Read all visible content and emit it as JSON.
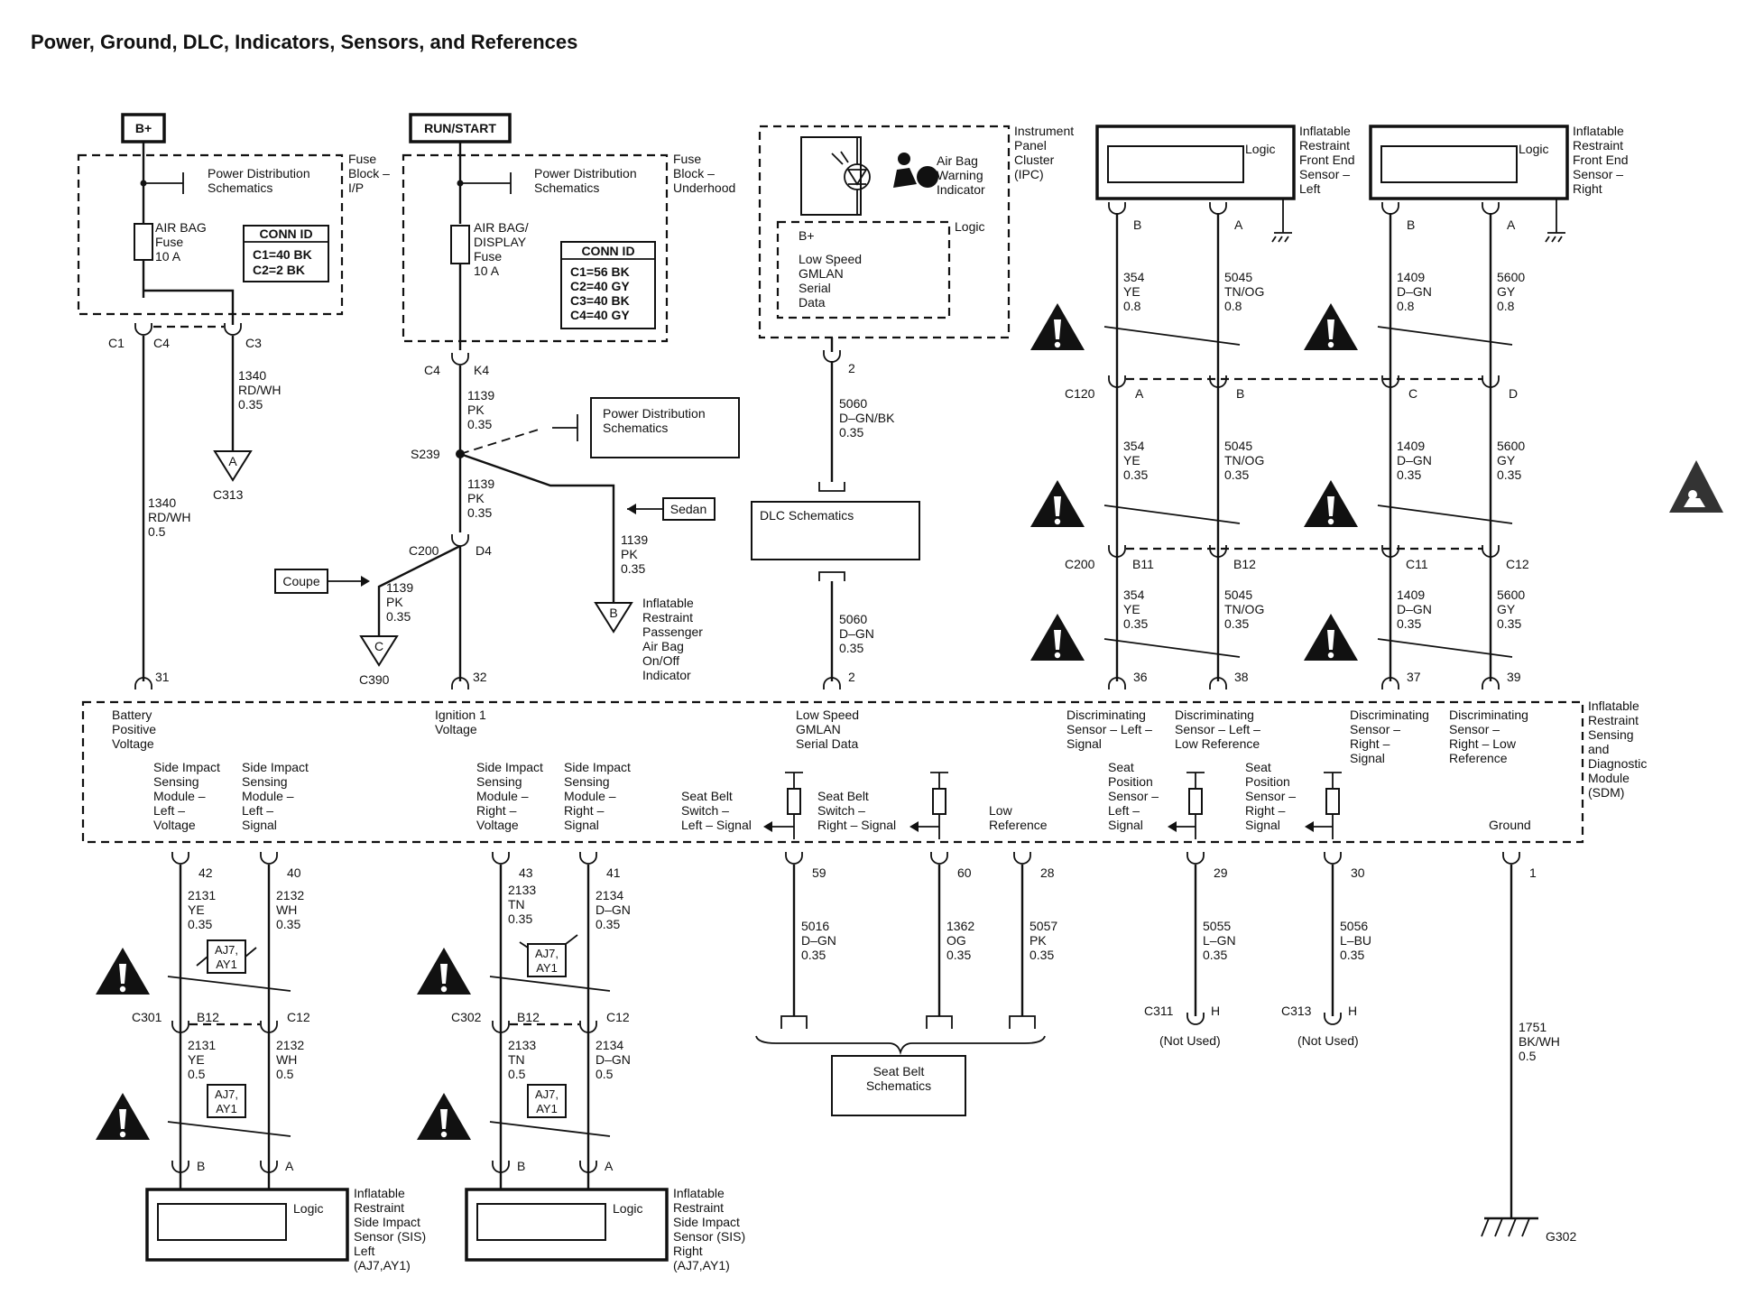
{
  "title": "Power, Ground, DLC, Indicators, Sensors, and References",
  "power": {
    "bplus": "B+",
    "runstart": "RUN/START"
  },
  "fuse_ip": {
    "label": [
      "Fuse",
      "Block –",
      "I/P"
    ],
    "pds": [
      "Power Distribution",
      "Schematics"
    ],
    "fuse": [
      "AIR BAG",
      "Fuse",
      "10 A"
    ],
    "conn_title": "CONN ID",
    "conn": [
      "C1=40 BK",
      "C2=2 BK"
    ]
  },
  "fuse_uh": {
    "label": [
      "Fuse",
      "Block –",
      "Underhood"
    ],
    "pds": [
      "Power Distribution",
      "Schematics"
    ],
    "fuse": [
      "AIR BAG/",
      "DISPLAY",
      "Fuse",
      "10 A"
    ],
    "conn_title": "CONN ID",
    "conn": [
      "C1=56 BK",
      "C2=40 GY",
      "C3=40 BK",
      "C4=40 GY"
    ]
  },
  "ipc": {
    "label": [
      "Instrument",
      "Panel",
      "Cluster",
      "(IPC)"
    ],
    "indicator": [
      "Air Bag",
      "Warning",
      "Indicator"
    ],
    "logic": "Logic",
    "bplus": "B+",
    "gmlan": [
      "Low Speed",
      "GMLAN",
      "Serial",
      "Data"
    ]
  },
  "front_left": {
    "label": [
      "Inflatable",
      "Restraint",
      "Front End",
      "Sensor –",
      "Left"
    ],
    "logic": "Logic"
  },
  "front_right": {
    "label": [
      "Inflatable",
      "Restraint",
      "Front End",
      "Sensor –",
      "Right"
    ],
    "logic": "Logic"
  },
  "left_wires": {
    "c1": "C1",
    "c4": "C4",
    "c3": "C3",
    "w1340a": [
      "1340",
      "RD/WH",
      "0.35"
    ],
    "c313": "C313",
    "w1340b": [
      "1340",
      "RD/WH",
      "0.5"
    ],
    "pin31": "31",
    "ref_a": "A"
  },
  "run_wires": {
    "c4": "C4",
    "k4": "K4",
    "w1139a": [
      "1139",
      "PK",
      "0.35"
    ],
    "pds": [
      "Power Distribution",
      "Schematics"
    ],
    "s239": "S239",
    "w1139b": [
      "1139",
      "PK",
      "0.35"
    ],
    "c200": "C200",
    "d4": "D4",
    "sedan": "Sedan",
    "w1139c": [
      "1139",
      "PK",
      "0.35"
    ],
    "coupe": "Coupe",
    "w1139d": [
      "1139",
      "PK",
      "0.35"
    ],
    "ref_c": "C",
    "c390": "C390",
    "ref_b": "B",
    "passenger": [
      "Inflatable",
      "Restraint",
      "Passenger",
      "Air Bag",
      "On/Off",
      "Indicator"
    ],
    "pin32": "32"
  },
  "dlc_wires": {
    "pin2a": "2",
    "w5060a": [
      "5060",
      "D–GN/BK",
      "0.35"
    ],
    "dlc": "DLC Schematics",
    "w5060b": [
      "5060",
      "D–GN",
      "0.35"
    ],
    "pin2b": "2"
  },
  "front_wires": {
    "b": "B",
    "a": "A",
    "c120": "C120",
    "c200": "C200",
    "pins_mid": [
      "A",
      "B",
      "C",
      "D"
    ],
    "pins_low": [
      "B11",
      "B12",
      "C11",
      "C12"
    ],
    "pins_sdm": [
      "36",
      "38",
      "37",
      "39"
    ],
    "top": [
      [
        "354",
        "YE",
        "0.8"
      ],
      [
        "5045",
        "TN/OG",
        "0.8"
      ],
      [
        "1409",
        "D–GN",
        "0.8"
      ],
      [
        "5600",
        "GY",
        "0.8"
      ]
    ],
    "mid": [
      [
        "354",
        "YE",
        "0.35"
      ],
      [
        "5045",
        "TN/OG",
        "0.35"
      ],
      [
        "1409",
        "D–GN",
        "0.35"
      ],
      [
        "5600",
        "GY",
        "0.35"
      ]
    ],
    "low": [
      [
        "354",
        "YE",
        "0.35"
      ],
      [
        "5045",
        "TN/OG",
        "0.35"
      ],
      [
        "1409",
        "D–GN",
        "0.35"
      ],
      [
        "5600",
        "GY",
        "0.35"
      ]
    ]
  },
  "sdm": {
    "label": [
      "Inflatable",
      "Restraint",
      "Sensing",
      "and",
      "Diagnostic",
      "Module",
      "(SDM)"
    ],
    "battery": [
      "Battery",
      "Positive",
      "Voltage"
    ],
    "ignition": [
      "Ignition 1",
      "Voltage"
    ],
    "gmlan": [
      "Low Speed",
      "GMLAN",
      "Serial Data"
    ],
    "disc_ll": [
      "Discriminating",
      "Sensor – Left –",
      "Signal"
    ],
    "disc_lr": [
      "Discriminating",
      "Sensor – Left –",
      "Low Reference"
    ],
    "disc_rs": [
      "Discriminating",
      "Sensor –",
      "Right –",
      "Signal"
    ],
    "disc_rl": [
      "Discriminating",
      "Sensor –",
      "Right – Low",
      "Reference"
    ],
    "sis_lv": [
      "Side Impact",
      "Sensing",
      "Module –",
      "Left –",
      "Voltage"
    ],
    "sis_ls": [
      "Side Impact",
      "Sensing",
      "Module –",
      "Left –",
      "Signal"
    ],
    "sis_rv": [
      "Side Impact",
      "Sensing",
      "Module –",
      "Right –",
      "Voltage"
    ],
    "sis_rs": [
      "Side Impact",
      "Sensing",
      "Module –",
      "Right –",
      "Signal"
    ],
    "belt_l": [
      "Seat Belt",
      "Switch –",
      "Left – Signal"
    ],
    "belt_r": [
      "Seat Belt",
      "Switch –",
      "Right – Signal"
    ],
    "lowref": [
      "Low",
      "Reference"
    ],
    "pos_l": [
      "Seat",
      "Position",
      "Sensor –",
      "Left –",
      "Signal"
    ],
    "pos_r": [
      "Seat",
      "Position",
      "Sensor –",
      "Right –",
      "Signal"
    ],
    "ground": "Ground"
  },
  "bottom": {
    "pins": [
      "42",
      "40",
      "43",
      "41",
      "59",
      "60",
      "28",
      "29",
      "30",
      "1"
    ],
    "w2131a": [
      "2131",
      "YE",
      "0.35"
    ],
    "w2132a": [
      "2132",
      "WH",
      "0.35"
    ],
    "w2133a": [
      "2133",
      "TN",
      "0.35"
    ],
    "w2134a": [
      "2134",
      "D–GN",
      "0.35"
    ],
    "opt": [
      "AJ7,",
      "AY1"
    ],
    "c301": "C301",
    "c302": "C302",
    "b12": "B12",
    "c12": "C12",
    "w2131b": [
      "2131",
      "YE",
      "0.5"
    ],
    "w2132b": [
      "2132",
      "WH",
      "0.5"
    ],
    "w2133b": [
      "2133",
      "TN",
      "0.5"
    ],
    "w2134b": [
      "2134",
      "D–GN",
      "0.5"
    ],
    "b": "B",
    "a": "A",
    "logic": "Logic",
    "sis_left": [
      "Inflatable",
      "Restraint",
      "Side Impact",
      "Sensor (SIS)",
      "Left",
      "(AJ7,AY1)"
    ],
    "sis_right": [
      "Inflatable",
      "Restraint",
      "Side Impact",
      "Sensor (SIS)",
      "Right",
      "(AJ7,AY1)"
    ],
    "w5016": [
      "5016",
      "D–GN",
      "0.35"
    ],
    "w1362": [
      "1362",
      "OG",
      "0.35"
    ],
    "w5057": [
      "5057",
      "PK",
      "0.35"
    ],
    "seatbelt": [
      "Seat Belt",
      "Schematics"
    ],
    "w5055": [
      "5055",
      "L–GN",
      "0.35"
    ],
    "w5056": [
      "5056",
      "L–BU",
      "0.35"
    ],
    "c311": "C311",
    "c313": "C313",
    "h": "H",
    "notused": "(Not Used)",
    "w1751": [
      "1751",
      "BK/WH",
      "0.5"
    ],
    "g302": "G302"
  }
}
